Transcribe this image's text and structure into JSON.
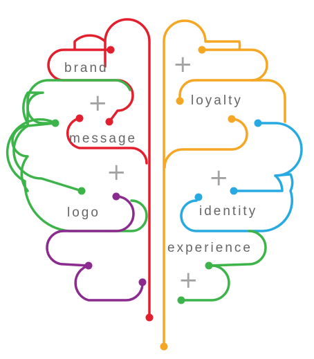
{
  "labels": {
    "brand": "brand",
    "message": "message",
    "logo": "logo",
    "loyalty": "loyalty",
    "identity": "identity",
    "experience": "experience"
  },
  "plus_symbols": [
    "+",
    "+",
    "+",
    "+"
  ],
  "colors": {
    "red": "#e31e2d",
    "green": "#3cb44a",
    "purple": "#8b2a8f",
    "orange": "#f5a623",
    "blue": "#27a9e1",
    "text": "#666666",
    "plus": "#a3a3a3"
  }
}
